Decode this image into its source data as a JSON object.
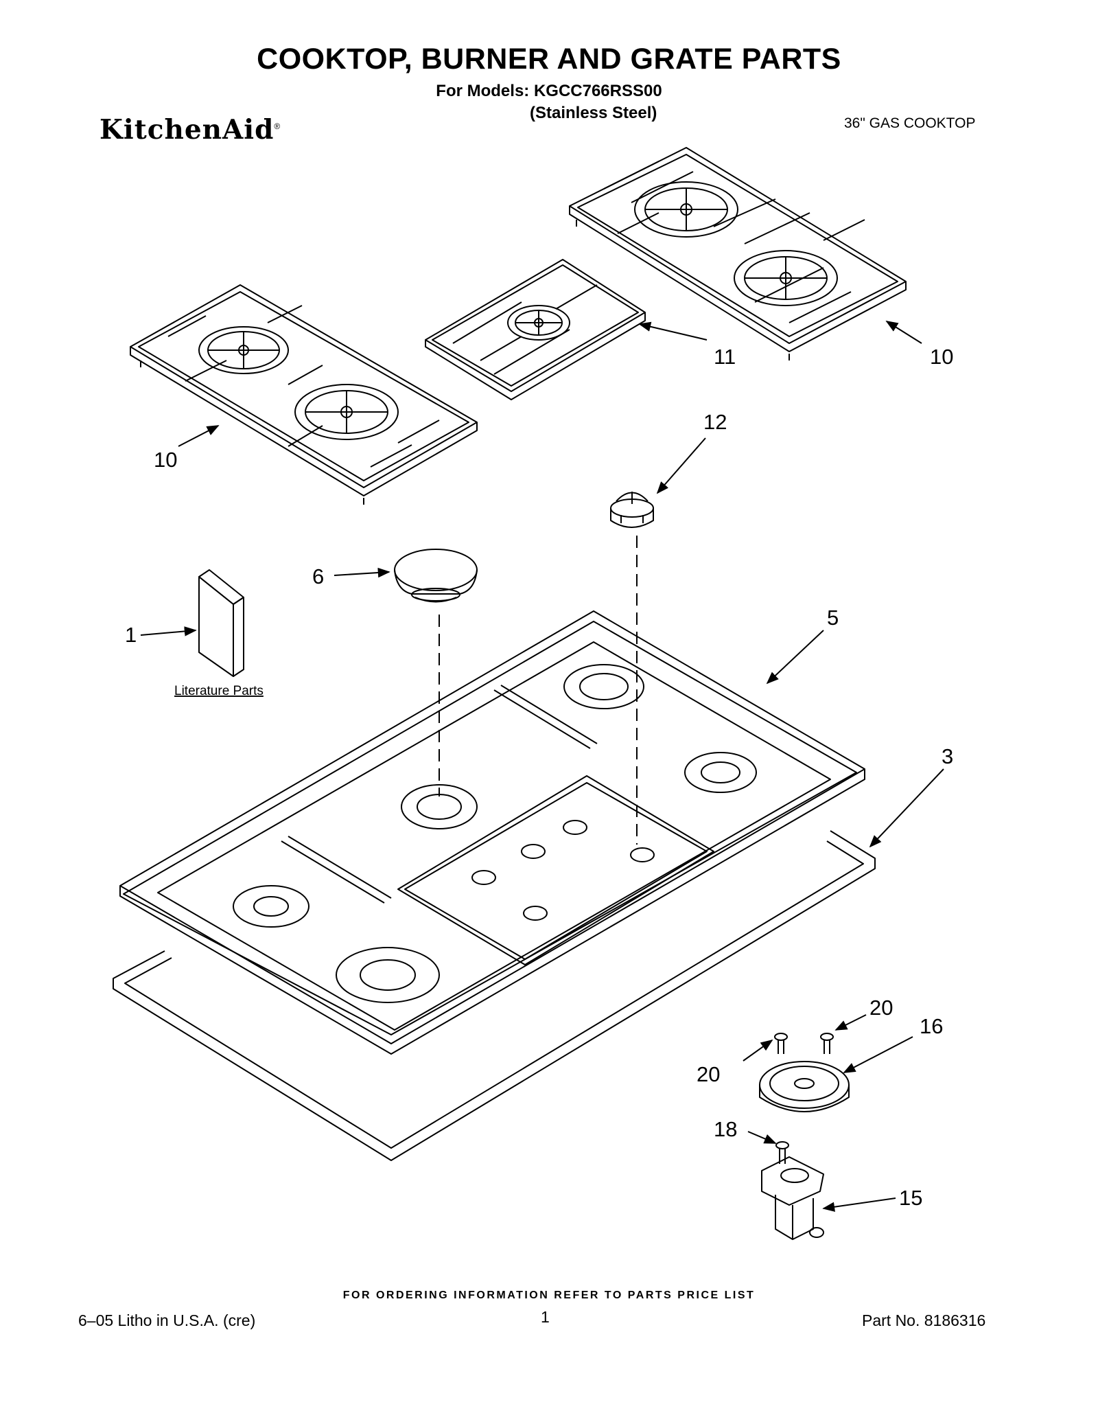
{
  "header": {
    "title": "COOKTOP, BURNER AND GRATE PARTS",
    "models": "For Models: KGCC766RSS00",
    "variant": "(Stainless Steel)",
    "brand": "KitchenAid",
    "brand_mark": "®",
    "product": "36\" GAS COOKTOP"
  },
  "callouts": {
    "grate_left": "10",
    "grate_center": "11",
    "grate_right": "10",
    "knob": "12",
    "burner_cap": "6",
    "literature": "1",
    "cooktop": "5",
    "gasket": "3",
    "screw_upper": "20",
    "screw_left": "20",
    "burner_base": "16",
    "screw_lower": "18",
    "valve": "15"
  },
  "literature_label": "Literature Parts",
  "footer": {
    "ordering_note": "FOR ORDERING INFORMATION REFER TO PARTS PRICE LIST",
    "litho": "6–05 Litho in U.S.A. (cre)",
    "page_number": "1",
    "part_number": "Part No. 8186316"
  }
}
